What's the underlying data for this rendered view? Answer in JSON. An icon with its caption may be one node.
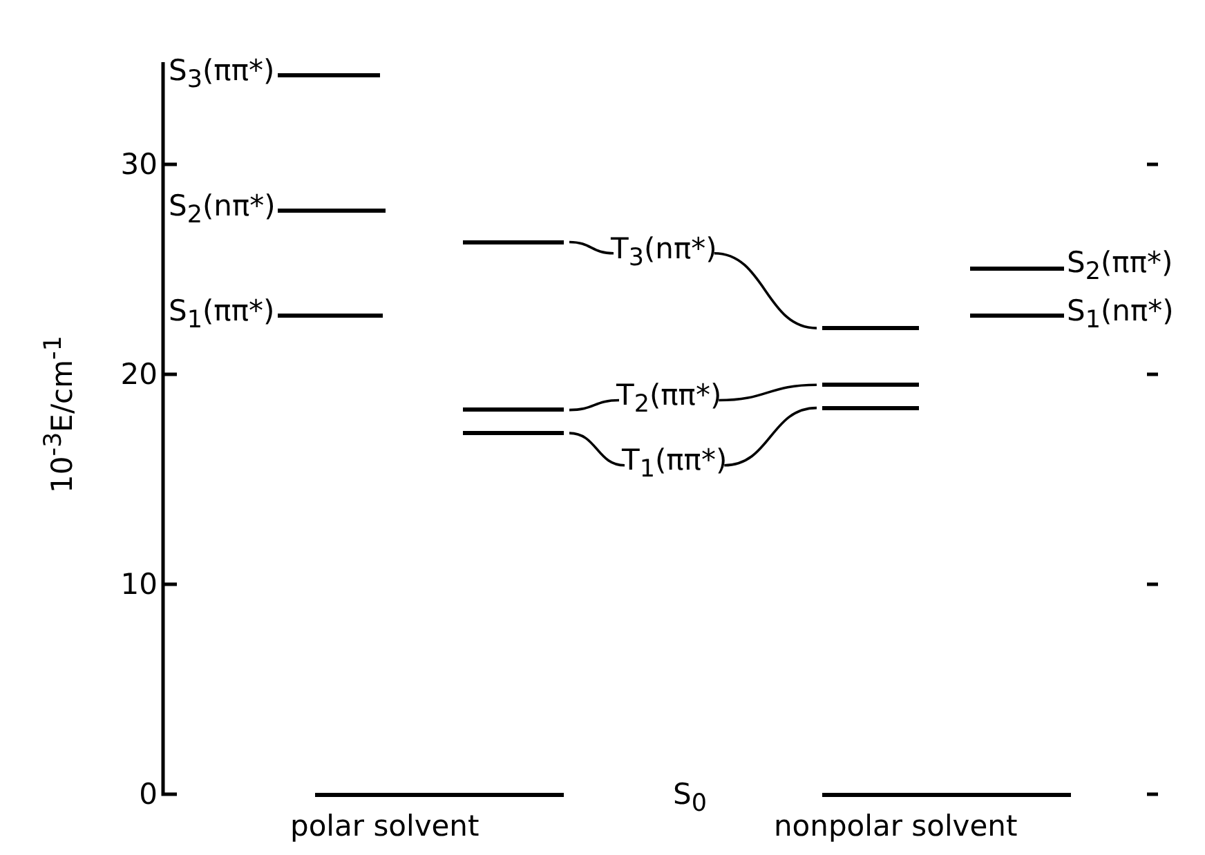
{
  "diagram": {
    "nodes": [
      {
        "text": [],
        "shape": "bar",
        "beside": [
          "S$_{3}$(ππ*)"
        ]
      },
      {
        "text": [],
        "shape": "bar",
        "beside": [
          "S$_{2}$(nπ*)"
        ]
      },
      {
        "text": [],
        "shape": "bar",
        "beside": [
          "S$_{1}$(ππ*)"
        ]
      },
      {
        "text": [],
        "shape": "bar"
      },
      {
        "text": [
          "T$_{3}$(nπ*)"
        ]
      },
      {
        "text": [],
        "shape": "bar",
        "beside": [
          "S$_{2}$(ππ*)"
        ]
      },
      {
        "text": [],
        "shape": "bar",
        "beside": [
          "S$_{1}$(nπ*)"
        ]
      },
      {
        "text": [],
        "shape": "bar"
      },
      {
        "text": [],
        "shape": "bar"
      },
      {
        "text": [
          "T$_{2}$(ππ*)"
        ]
      },
      {
        "text": [],
        "shape": "bar"
      },
      {
        "text": [],
        "shape": "bar"
      },
      {
        "text": [],
        "shape": "bar"
      },
      {
        "text": [
          "T$_{1}$(ππ*)"
        ]
      },
      {
        "text": [],
        "shape": "bar"
      },
      {
        "text": [],
        "shape": "bar"
      }
    ],
    "edges": [
      {
        "from": 4,
        "to": 3,
        "arrow": "none"
      },
      {
        "from": 4,
        "to": 7,
        "arrow": "none"
      },
      {
        "from": 9,
        "to": 10,
        "arrow": "none"
      },
      {
        "from": 9,
        "to": 8,
        "arrow": "none"
      },
      {
        "from": 13,
        "to": 12,
        "arrow": "none"
      },
      {
        "from": 13,
        "to": 11,
        "arrow": "none"
      }
    ],
    "labels": [
      "10$^{-3}$E/cm$^{-1}$",
      "30",
      "20",
      "10",
      "0",
      "S$_{0}$",
      "polar solvent",
      "nonpolar solvent"
    ]
  }
}
